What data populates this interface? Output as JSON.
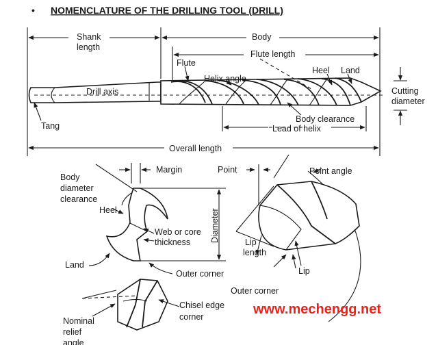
{
  "heading": {
    "bullet": "•",
    "title": "NOMENCLATURE OF THE DRILLING TOOL (DRILL)"
  },
  "watermark": {
    "text": "www.mechengg.net",
    "color": "#e8231a"
  },
  "top_view": {
    "shank_length_1": "Shank",
    "shank_length_2": "length",
    "body": "Body",
    "flute_length": "Flute length",
    "flute": "Flute",
    "helix_angle": "Helix angle",
    "heel": "Heel",
    "land": "Land",
    "drill_axis": "Drill axis",
    "cutting_diameter_1": "Cutting",
    "cutting_diameter_2": "diameter",
    "tang": "Tang",
    "body_clearance": "Body clearance",
    "lead_of_helix": "Lead of helix",
    "overall_length": "Overall length"
  },
  "cross_section": {
    "margin": "Margin",
    "body_diameter_clearance_1": "Body",
    "body_diameter_clearance_2": "diameter",
    "body_diameter_clearance_3": "clearance",
    "heel": "Heel",
    "web_1": "Web or core",
    "web_2": "thickness",
    "diameter": "Diameter",
    "land": "Land",
    "outer_corner": "Outer corner"
  },
  "point_view": {
    "point": "Point",
    "point_angle": "Point angle",
    "lip_length_1": "Lip",
    "lip_length_2": "length",
    "lip": "Lip",
    "outer_corner": "Outer corner"
  },
  "chisel_view": {
    "chisel_edge_corner_1": "Chisel edge",
    "chisel_edge_corner_2": "corner",
    "nominal_relief_1": "Nominal",
    "nominal_relief_2": "relief",
    "nominal_relief_3": "angle"
  }
}
